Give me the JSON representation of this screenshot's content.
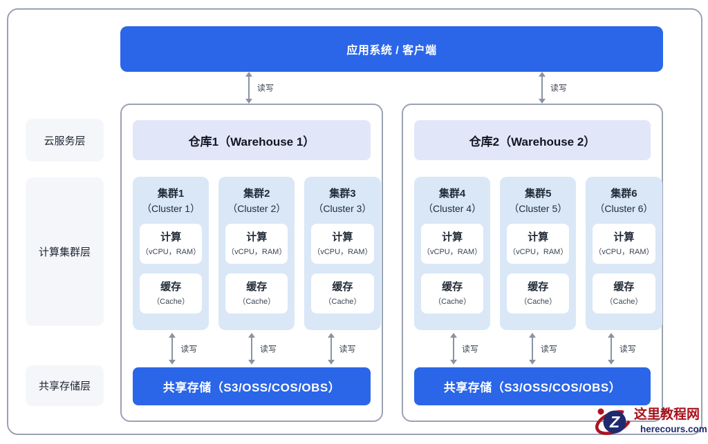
{
  "top_banner": {
    "label": "应用系统 / 客户端"
  },
  "edge_label": "读写",
  "layers": {
    "cloud_service": "云服务层",
    "compute_cluster": "计算集群层",
    "shared_storage": "共享存储层"
  },
  "warehouses": [
    {
      "title": "仓库1（Warehouse 1）",
      "storage_label": "共享存储（S3/OSS/COS/OBS）",
      "clusters": [
        {
          "name": "集群1",
          "subtitle": "（Cluster 1）",
          "compute_title": "计算",
          "compute_sub": "（vCPU，RAM）",
          "cache_title": "缓存",
          "cache_sub": "（Cache）"
        },
        {
          "name": "集群2",
          "subtitle": "（Cluster 2）",
          "compute_title": "计算",
          "compute_sub": "（vCPU，RAM）",
          "cache_title": "缓存",
          "cache_sub": "（Cache）"
        },
        {
          "name": "集群3",
          "subtitle": "（Cluster 3）",
          "compute_title": "计算",
          "compute_sub": "（vCPU，RAM）",
          "cache_title": "缓存",
          "cache_sub": "（Cache）"
        }
      ]
    },
    {
      "title": "仓库2（Warehouse 2）",
      "storage_label": "共享存储（S3/OSS/COS/OBS）",
      "clusters": [
        {
          "name": "集群4",
          "subtitle": "（Cluster 4）",
          "compute_title": "计算",
          "compute_sub": "（vCPU，RAM）",
          "cache_title": "缓存",
          "cache_sub": "（Cache）"
        },
        {
          "name": "集群5",
          "subtitle": "（Cluster 5）",
          "compute_title": "计算",
          "compute_sub": "（vCPU，RAM）",
          "cache_title": "缓存",
          "cache_sub": "（Cache）"
        },
        {
          "name": "集群6",
          "subtitle": "（Cluster 6）",
          "compute_title": "计算",
          "compute_sub": "（vCPU，RAM）",
          "cache_title": "缓存",
          "cache_sub": "（Cache）"
        }
      ]
    }
  ],
  "watermark": {
    "site_name": "这里教程网",
    "site_url": "herecours.com",
    "logo_letter": "Z"
  },
  "colors": {
    "accent_blue": "#2b66e8",
    "cluster_card_blue": "#d9e7f7",
    "warehouse_header_lavender": "#e2e6f9",
    "layer_label_bg": "#f4f6fa",
    "border_gray": "#9aa1b1",
    "arrow_gray": "#8b93a1",
    "watermark_red": "#ac1220",
    "watermark_navy": "#1f2b6e"
  }
}
